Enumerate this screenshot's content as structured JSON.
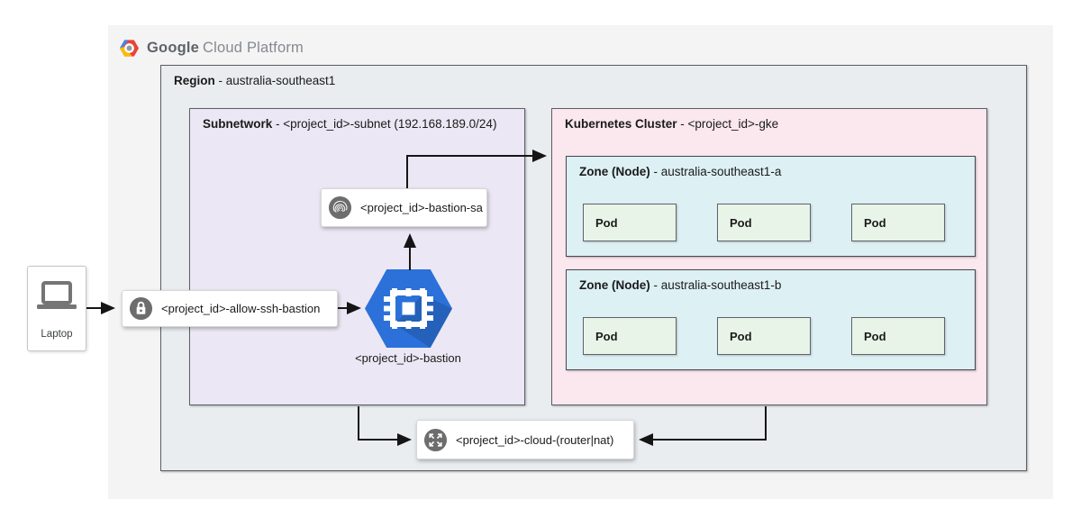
{
  "brand": {
    "name_bold": "Google",
    "name_rest": "Cloud Platform"
  },
  "region": {
    "label_bold": "Region",
    "label_rest": " - australia-southeast1"
  },
  "subnetwork": {
    "label_bold": "Subnetwork",
    "label_rest": " - <project_id>-subnet (192.168.189.0/24)"
  },
  "cluster": {
    "label_bold": "Kubernetes Cluster",
    "label_rest": " - <project_id>-gke",
    "zones": [
      {
        "label_bold": "Zone (Node)",
        "label_rest": " - australia-southeast1-a",
        "pods": [
          "Pod",
          "Pod",
          "Pod"
        ]
      },
      {
        "label_bold": "Zone (Node)",
        "label_rest": " - australia-southeast1-b",
        "pods": [
          "Pod",
          "Pod",
          "Pod"
        ]
      }
    ]
  },
  "laptop": {
    "label": "Laptop"
  },
  "firewall": {
    "label": "<project_id>-allow-ssh-bastion",
    "icon": "lock-icon"
  },
  "service_account": {
    "label": "<project_id>-bastion-sa",
    "icon": "fingerprint-icon"
  },
  "bastion": {
    "label": "<project_id>-bastion",
    "icon": "compute-engine-hexagon-icon"
  },
  "router": {
    "label": "<project_id>-cloud-(router|nat)",
    "icon": "router-arrows-icon"
  },
  "colors": {
    "outer_panel": "#f4f4f5",
    "region_fill": "#e9edf0",
    "subnet_fill": "#ece7f4",
    "cluster_fill": "#fbe7ee",
    "zone_fill": "#ddf0f4",
    "pod_fill": "#e9f4e9",
    "compute_blue": "#4285f4",
    "compute_blue_dark": "#2a56c6",
    "icon_gray": "#6d6d6d",
    "logo_red": "#ea4335",
    "logo_yellow": "#fbbc05",
    "logo_blue": "#4285f4",
    "arrow": "#151515"
  }
}
